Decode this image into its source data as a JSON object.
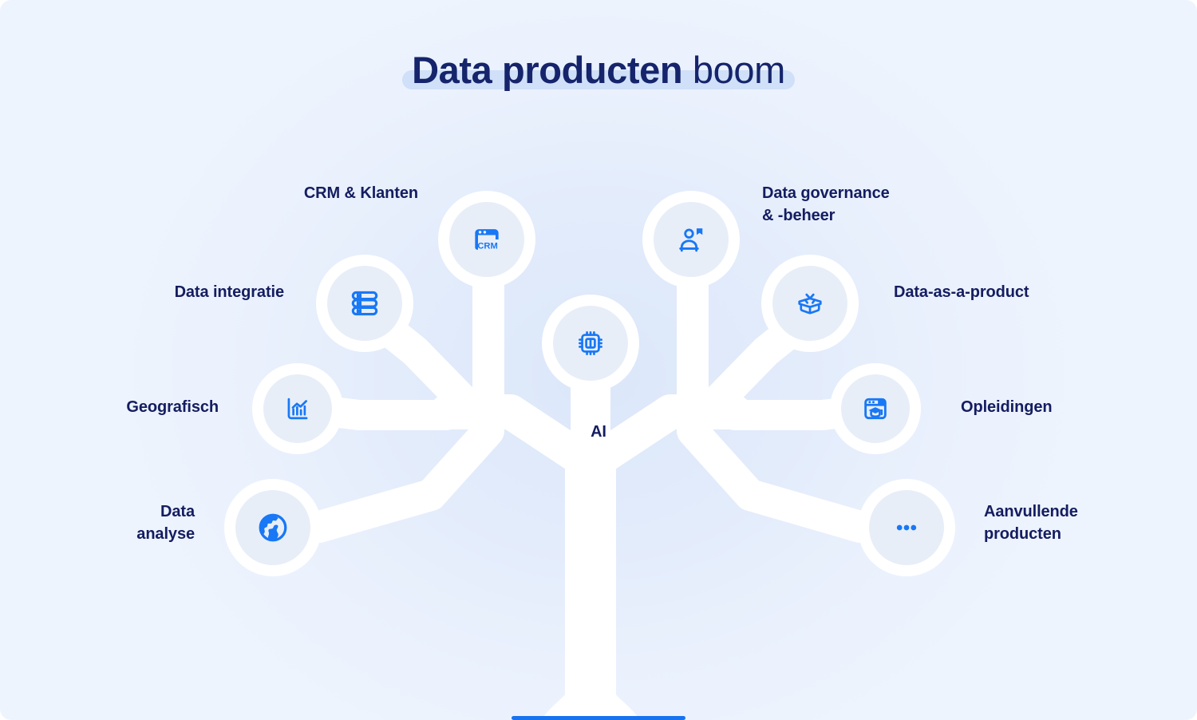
{
  "page": {
    "title_bold": "Data producten",
    "title_light": " boom",
    "background_color": "#eef4fd",
    "accent_color": "#1878f5",
    "text_color": "#141d60",
    "node_fill": "#e8eef8",
    "tree_color": "#ffffff",
    "highlight_color": "#cfe0f8"
  },
  "tree": {
    "center_label": "AI",
    "center_icon": "cpu-chip-icon",
    "nodes": [
      {
        "id": "crm-klanten",
        "label": "CRM & Klanten",
        "icon": "crm-browser-icon",
        "side": "left"
      },
      {
        "id": "data-integratie",
        "label": "Data integratie",
        "icon": "database-stack-icon",
        "side": "left"
      },
      {
        "id": "geografisch",
        "label": "Geografisch",
        "icon": "bar-chart-trend-icon",
        "side": "left"
      },
      {
        "id": "data-analyse",
        "label": "Data\nanalyse",
        "icon": "globe-icon",
        "side": "left"
      },
      {
        "id": "data-governance",
        "label": "Data governance\n& -beheer",
        "icon": "person-flag-icon",
        "side": "right"
      },
      {
        "id": "data-as-a-product",
        "label": "Data-as-a-product",
        "icon": "open-box-icon",
        "side": "right"
      },
      {
        "id": "opleidingen",
        "label": "Opleidingen",
        "icon": "graduation-window-icon",
        "side": "right"
      },
      {
        "id": "aanvullende-producten",
        "label": "Aanvullende\nproducten",
        "icon": "ellipsis-icon",
        "side": "right"
      }
    ]
  },
  "scroll_indicator": {
    "color": "#1873f0"
  }
}
